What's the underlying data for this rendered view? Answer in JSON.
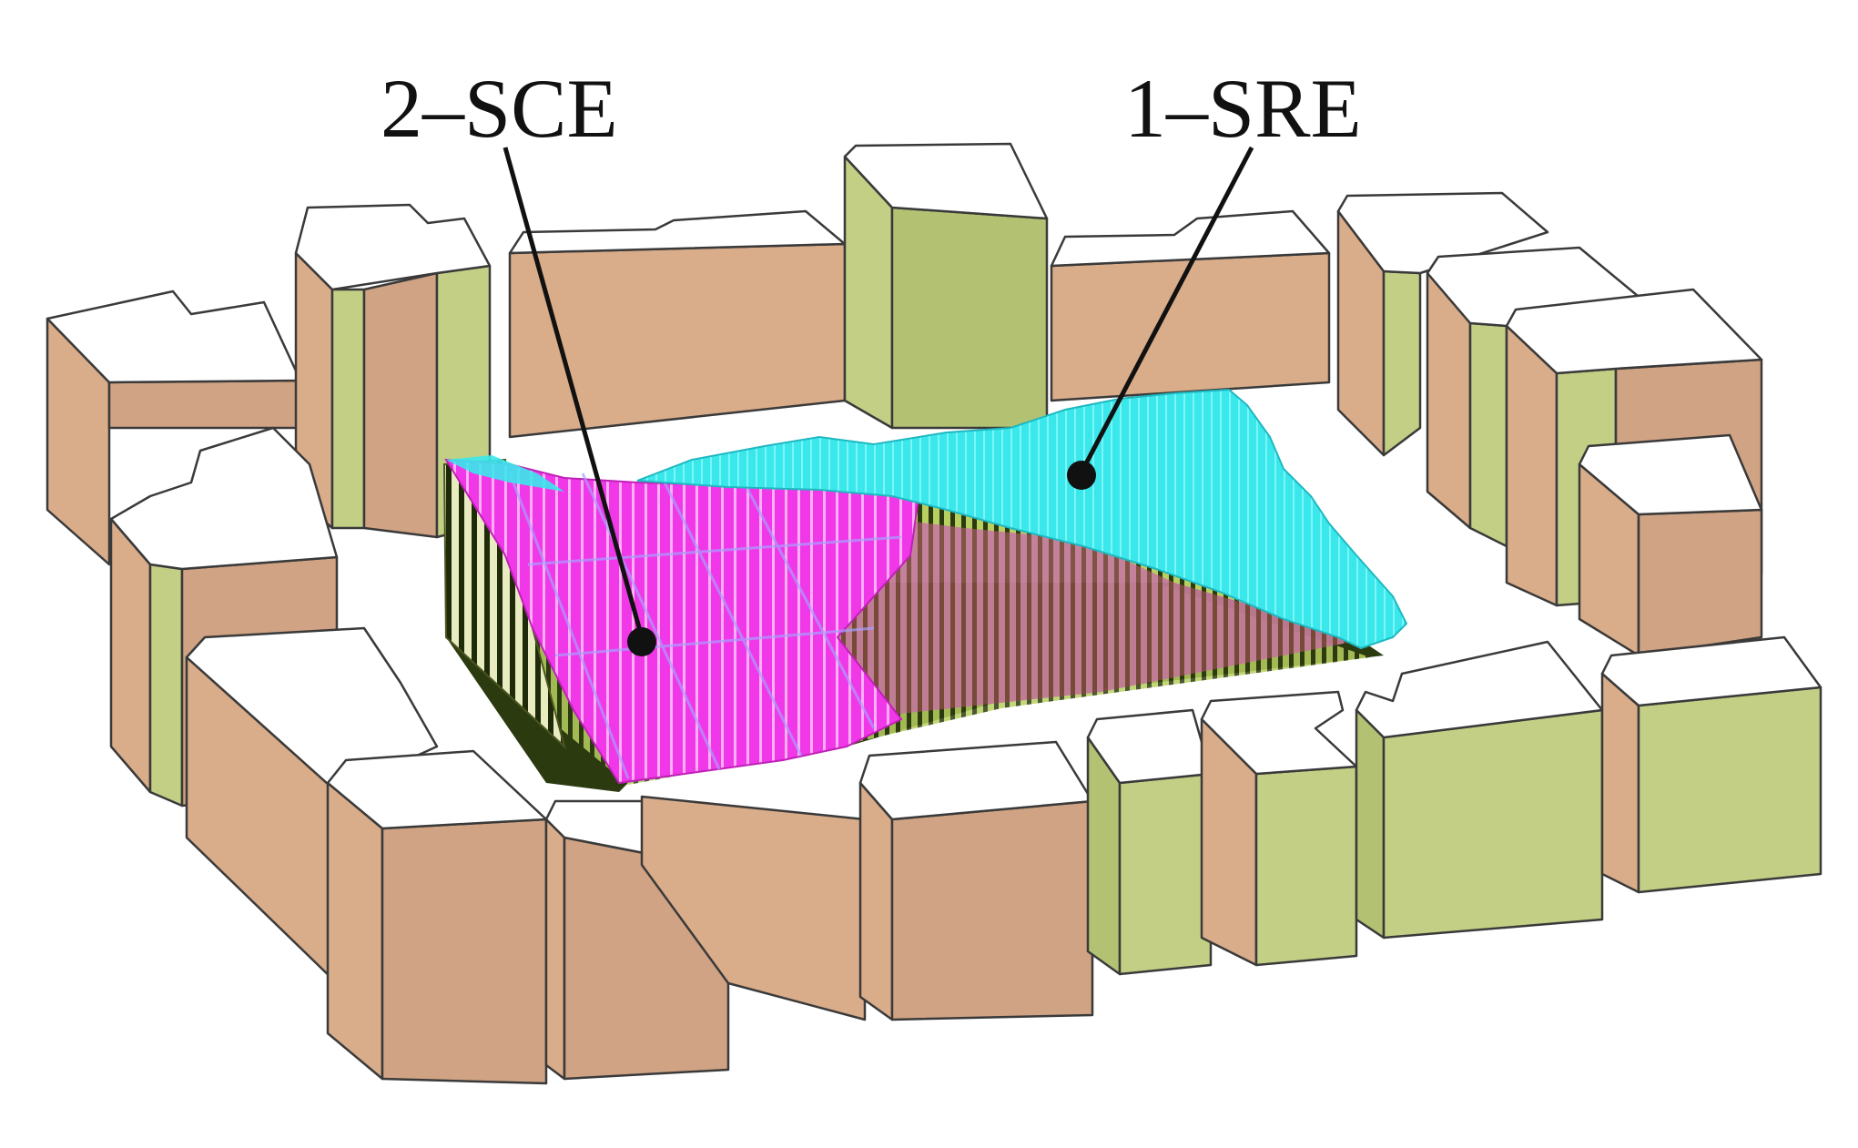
{
  "labels": {
    "sce": "2–SCE",
    "sre": "1–SRE"
  },
  "colors": {
    "background": "#ffffff",
    "roof": "#ffffff",
    "building_tan": "#d9ac8a",
    "building_green": "#c2cf85",
    "sre_surface": "#33e6ea",
    "sce_surface": "#f030e0",
    "ground_dark": "#2c3a10",
    "outline": "#3a3a3a"
  },
  "regions": [
    {
      "id": "sce",
      "fill_name": "magenta"
    },
    {
      "id": "sre",
      "fill_name": "cyan"
    }
  ]
}
